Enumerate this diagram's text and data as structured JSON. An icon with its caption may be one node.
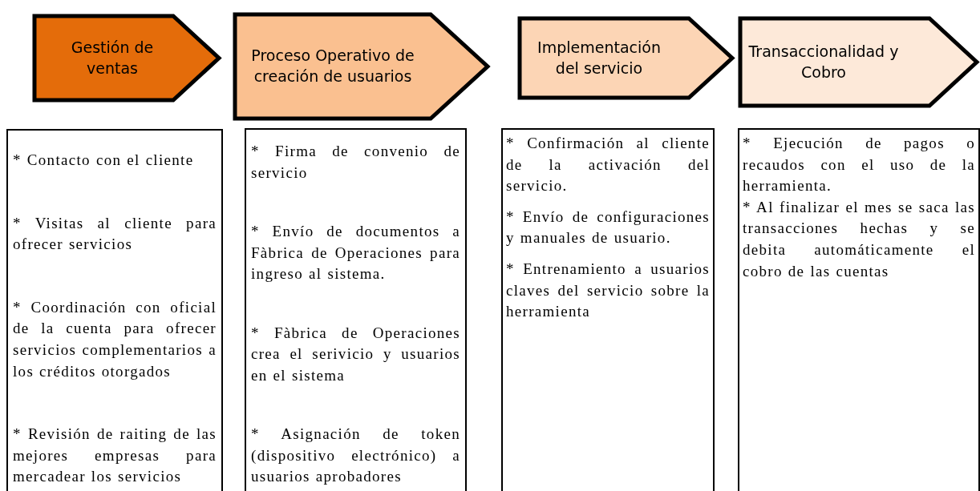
{
  "diagram": {
    "nodes": [
      {
        "text": [
          "Gestión de ventas"
        ]
      },
      {
        "text": [
          "Proceso Operativo de creación de usuarios"
        ]
      },
      {
        "text": [
          "Implementación del servicio"
        ]
      },
      {
        "text": [
          "Transaccionalidad y Cobro"
        ]
      },
      {
        "text": [
          "* Contacto con el cliente",
          "* Visitas al cliente para ofrecer servicios",
          "* Coordinación con oficial de la cuenta para ofrecer servicios complementarios a los créditos otorgados",
          "* Revisión de raiting de las mejores empresas para mercadear los servicios"
        ]
      },
      {
        "text": [
          "* Firma de convenio de servicio",
          "* Envío de documentos a Fàbrica de Operaciones para ingreso al sistema.",
          "* Fàbrica de Operaciones crea el serivicio y usuarios en el sistema",
          "* Asignación de token (dispositivo electrónico) a usuarios aprobadores"
        ]
      },
      {
        "text": [
          "* Confirmación al cliente de la activación del servicio.",
          "* Envío de configuraciones y manuales de usuario.",
          "* Entrenamiento a usuarios claves del servicio sobre la herramienta"
        ]
      },
      {
        "text": [
          "* Ejecución de pagos o recaudos con el uso de la herramienta.",
          "* Al finalizar el mes se saca las transacciones hechas y se debita automáticamente el cobro de las cuentas"
        ]
      }
    ],
    "edges": []
  }
}
